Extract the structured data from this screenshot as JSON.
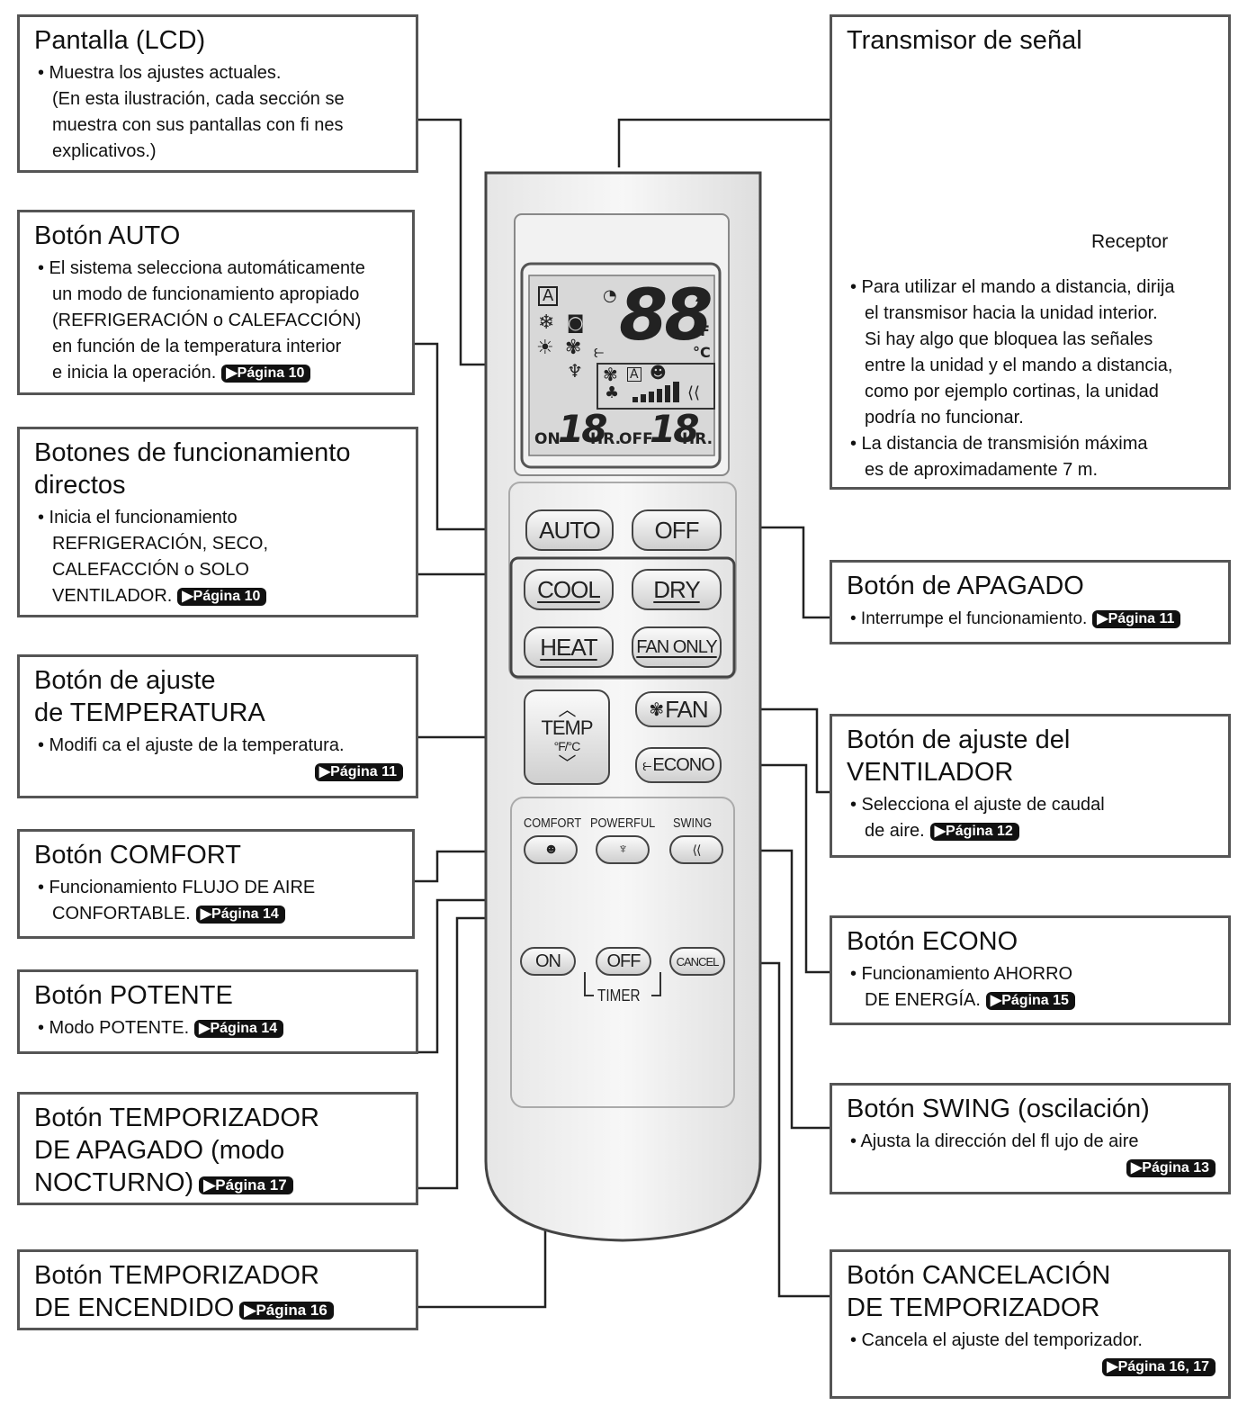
{
  "callouts": {
    "lcd": {
      "title": "Pantalla (LCD)",
      "lines": [
        "• Muestra los ajustes actuales.",
        "(En esta ilustración, cada sección se",
        "muestra con sus pantallas con fi nes",
        "explicativos.)"
      ]
    },
    "auto": {
      "title": "Botón AUTO",
      "lines": [
        "• El sistema selecciona automáticamente",
        "un modo de funcionamiento apropiado",
        "(REFRIGERACIÓN o CALEFACCIÓN)",
        "en función de la temperatura interior",
        "e inicia la operación."
      ],
      "page": "Página 10"
    },
    "direct": {
      "title1": "Botones de funcionamiento",
      "title2": "directos",
      "lines": [
        "• Inicia el funcionamiento",
        "REFRIGERACIÓN, SECO,",
        "CALEFACCIÓN o SOLO",
        "VENTILADOR."
      ],
      "page": "Página 10"
    },
    "temp": {
      "title1": "Botón de ajuste",
      "title2": "de TEMPERATURA",
      "lines": [
        "• Modifi ca el ajuste de la temperatura."
      ],
      "page": "Página 11"
    },
    "comfort": {
      "title": "Botón COMFORT",
      "lines": [
        "• Funcionamiento FLUJO DE AIRE",
        "CONFORTABLE."
      ],
      "page": "Página 14"
    },
    "powerful": {
      "title": "Botón POTENTE",
      "lines": [
        "• Modo POTENTE."
      ],
      "page": "Página 14"
    },
    "off_timer": {
      "title1": "Botón TEMPORIZADOR",
      "title2": "DE APAGADO (modo",
      "title3": "NOCTURNO)",
      "page": "Página 17"
    },
    "on_timer": {
      "title1": "Botón TEMPORIZADOR",
      "title2": "DE ENCENDIDO",
      "page": "Página 16"
    },
    "transmitter": {
      "title": "Transmisor de señal",
      "receiver": "Receptor",
      "lines": [
        "• Para utilizar el mando a distancia, dirija",
        "el transmisor hacia la unidad interior.",
        "Si hay algo que bloquea las señales",
        "entre la unidad y el mando a distancia,",
        "como por ejemplo cortinas, la unidad",
        "podría no funcionar.",
        "• La distancia de transmisión máxima",
        "es de aproximadamente 7 m."
      ]
    },
    "off_btn": {
      "title": "Botón de APAGADO",
      "lines": [
        "• Interrumpe el funcionamiento."
      ],
      "page": "Página 11"
    },
    "fan": {
      "title1": "Botón de ajuste del",
      "title2": "VENTILADOR",
      "lines": [
        "• Selecciona el ajuste de caudal",
        "de aire."
      ],
      "page": "Página 12"
    },
    "econo": {
      "title": "Botón ECONO",
      "lines": [
        "• Funcionamiento AHORRO",
        "DE ENERGÍA."
      ],
      "page": "Página 15"
    },
    "swing": {
      "title": "Botón SWING (oscilación)",
      "lines": [
        "• Ajusta la dirección del fl ujo de aire"
      ],
      "page": "Página 13"
    },
    "cancel": {
      "title1": "Botón CANCELACIÓN",
      "title2": "DE TEMPORIZADOR",
      "lines": [
        "• Cancela el ajuste del temporizador."
      ],
      "page": "Página 16, 17"
    }
  },
  "remote": {
    "lcd": {
      "digits": "88",
      "unit_f": "°F",
      "unit_c": "°C",
      "on_label": "ON",
      "on_val": "18",
      "hr1": "HR.",
      "off_label": "OFF",
      "off_val": "18",
      "hr2": "HR.",
      "auto_mark": "A"
    },
    "buttons": {
      "auto": "AUTO",
      "off": "OFF",
      "cool": "COOL",
      "dry": "DRY",
      "heat": "HEAT",
      "fan_only": "FAN ONLY",
      "temp": "TEMP",
      "temp_unit": "°F/°C",
      "fan": "FAN",
      "econo": "ECONO",
      "comfort": "COMFORT",
      "powerful": "POWERFUL",
      "swing": "SWING",
      "timer_on": "ON",
      "timer_off": "OFF",
      "cancel": "CANCEL",
      "timer": "TIMER"
    }
  }
}
